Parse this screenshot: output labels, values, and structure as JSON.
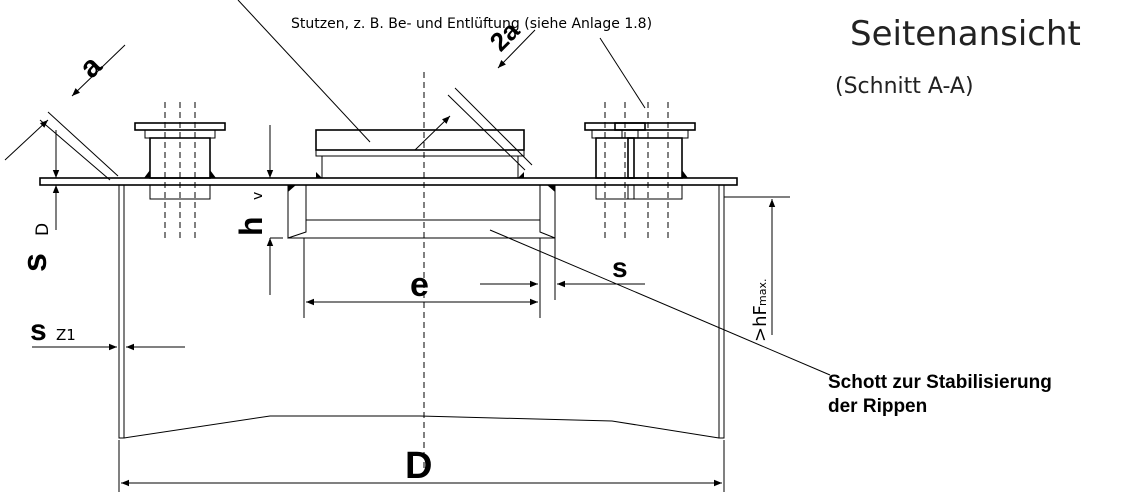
{
  "title": {
    "main": "Seitenansicht",
    "sub": "(Schnitt A-A)"
  },
  "labels": {
    "top_note": "Stutzen, z. B. Be- und Entlüftung (siehe Anlage 1.8)",
    "baffle_note_line1": "Schott zur Stabilisierung",
    "baffle_note_line2": "der Rippen"
  },
  "dimensions": {
    "a_left": "a",
    "a_right": "2a",
    "s_d": "s",
    "s_d_sub": "D",
    "h_v": "h",
    "h_v_sub": "v",
    "e": "e",
    "s": "s",
    "s_z1": "s",
    "s_z1_sub": "Z1",
    "h_f_max": ">hF",
    "h_f_max_sub": "max.",
    "D": "D"
  },
  "colors": {
    "ink": "#000000",
    "background": "#ffffff"
  }
}
